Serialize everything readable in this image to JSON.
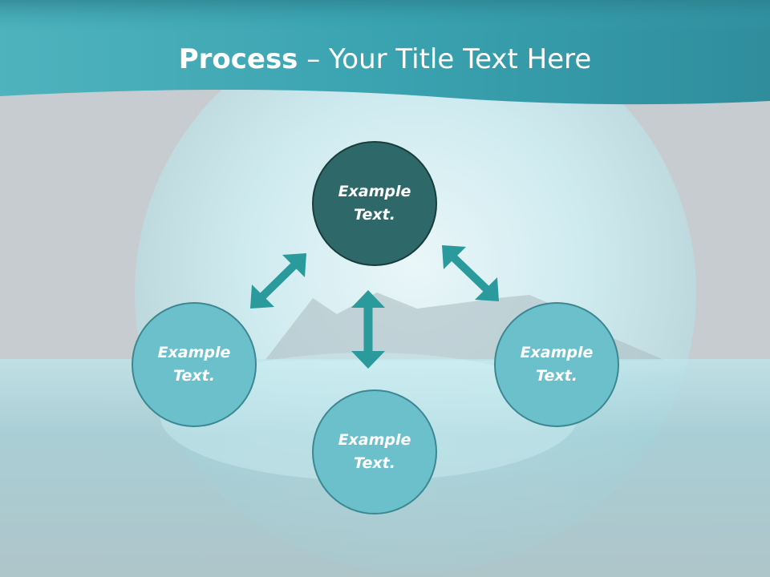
{
  "title": {
    "bold": "Process",
    "rest": " – Your Title Text Here"
  },
  "colors": {
    "header": "#3aa6b3",
    "node_light": "#6cc0cc",
    "node_dark": "#2f6868",
    "arrow": "#2a9a9c"
  },
  "nodes": [
    {
      "id": "top",
      "line1": "Example",
      "line2": "Text."
    },
    {
      "id": "left",
      "line1": "Example",
      "line2": "Text."
    },
    {
      "id": "bottom",
      "line1": "Example",
      "line2": "Text."
    },
    {
      "id": "right",
      "line1": "Example",
      "line2": "Text."
    }
  ]
}
